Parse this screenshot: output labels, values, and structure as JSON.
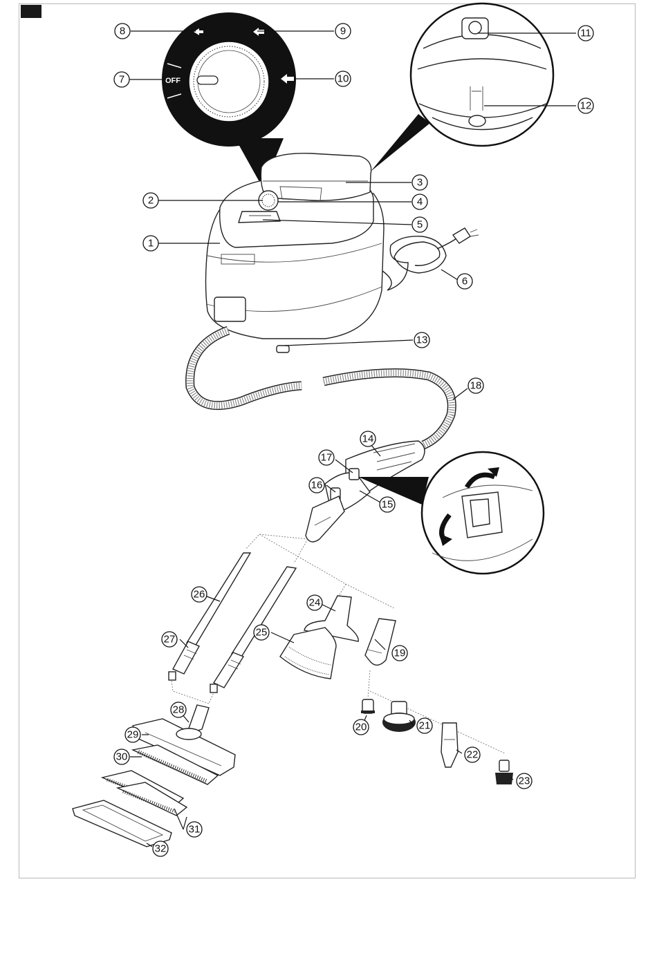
{
  "labels": {
    "dial_off": "OFF"
  },
  "callouts": [
    "1",
    "2",
    "3",
    "4",
    "5",
    "6",
    "7",
    "8",
    "9",
    "10",
    "11",
    "12",
    "13",
    "14",
    "15",
    "16",
    "17",
    "18",
    "19",
    "20",
    "21",
    "22",
    "23",
    "24",
    "25",
    "26",
    "27",
    "28",
    "29",
    "30",
    "31",
    "32"
  ],
  "colors": {
    "line": "#222222",
    "callout_stroke": "#111111",
    "dial_ring": "#111111",
    "frame_border": "#b8b8b8",
    "tab": "#1a1a1a"
  }
}
